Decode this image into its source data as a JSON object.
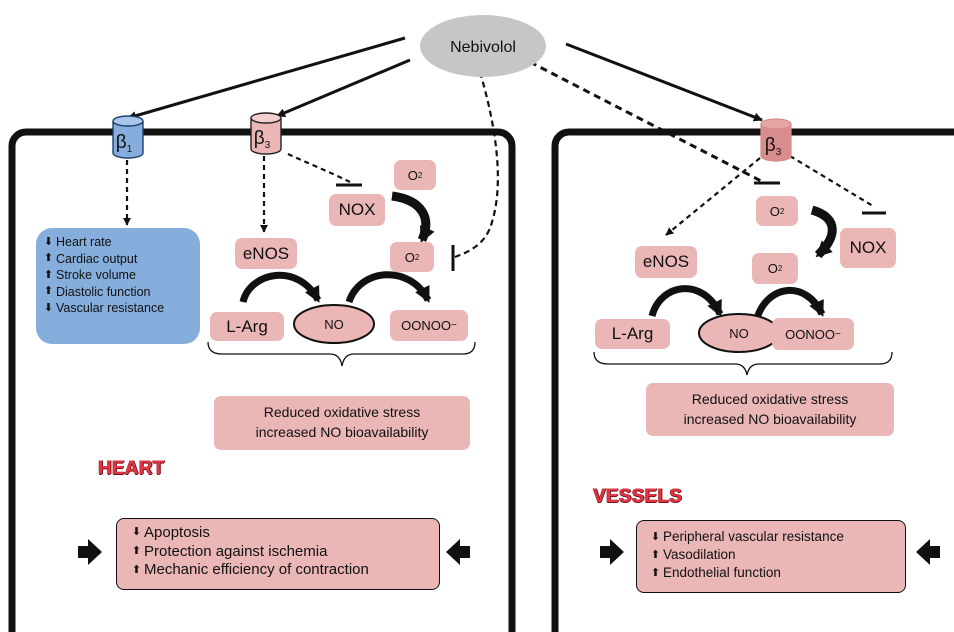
{
  "drug": "Nebivolol",
  "receptors": {
    "beta1": "β",
    "beta1_sub": "1",
    "beta3": "β",
    "beta3_sub": "3"
  },
  "molecules": {
    "nox": "NOX",
    "o2": "O",
    "o2_sub": "2",
    "enos": "eNOS",
    "larg": "L-Arg",
    "no": "NO",
    "oonoo": "OONOO",
    "oonoo_sup": "−"
  },
  "cardiac_effects": [
    {
      "dir": "down",
      "text": "Heart rate"
    },
    {
      "dir": "up",
      "text": "Cardiac output"
    },
    {
      "dir": "up",
      "text": "Stroke volume"
    },
    {
      "dir": "up",
      "text": "Diastolic function"
    },
    {
      "dir": "down",
      "text": "Vascular resistance"
    }
  ],
  "reduced_stress": {
    "line1": "Reduced oxidative stress",
    "line2": "increased NO bioavailability"
  },
  "heart": {
    "title": "HEART",
    "effects": [
      {
        "dir": "down",
        "text": "Apoptosis"
      },
      {
        "dir": "up",
        "text": "Protection against ischemia"
      },
      {
        "dir": "up",
        "text": "Mechanic efficiency of contraction"
      }
    ]
  },
  "vessels": {
    "title": "VESSELS",
    "effects": [
      {
        "dir": "down",
        "text": "Peripheral vascular resistance"
      },
      {
        "dir": "up",
        "text": "Vasodilation"
      },
      {
        "dir": "up",
        "text": "Endothelial function"
      }
    ]
  },
  "colors": {
    "pink": "#eab6b6",
    "blue": "#86aedd",
    "beta3_dark": "#d98c8c",
    "title_red": "#e23645",
    "ellipse": "#c6c6c6"
  }
}
